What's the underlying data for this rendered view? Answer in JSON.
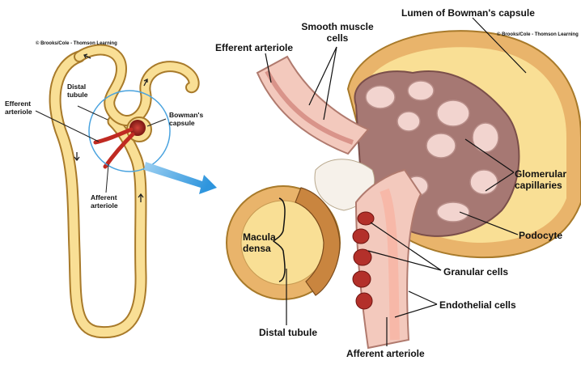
{
  "copyright": {
    "left": "© Brooks/Cole - Thomson Learning",
    "right": "© Brooks/Cole - Thomson Learning"
  },
  "overview_labels": {
    "distal_tubule": [
      "Distal",
      "tubule"
    ],
    "efferent_arteriole": [
      "Efferent",
      "arteriole"
    ],
    "bowmans_capsule": [
      "Bowman's",
      "capsule"
    ],
    "afferent_arteriole": [
      "Afferent",
      "arteriole"
    ]
  },
  "detail_labels": {
    "smooth_muscle_cells": [
      "Smooth muscle",
      "cells"
    ],
    "lumen_bowmans_capsule": "Lumen of Bowman's capsule",
    "efferent_arteriole": "Efferent arteriole",
    "glomerular_capillaries": [
      "Glomerular",
      "capillaries"
    ],
    "macula_densa": [
      "Macula",
      "densa"
    ],
    "podocyte": "Podocyte",
    "granular_cells": "Granular cells",
    "endothelial_cells": "Endothelial cells",
    "distal_tubule": "Distal tubule",
    "afferent_arteriole": "Afferent arteriole"
  },
  "colors": {
    "tubule_fill": "#f9df95",
    "tubule_outline": "#a87a2a",
    "cell_wall": "#e9b46b",
    "macula_cells": "#c9853f",
    "arteriole_pink": "#f3c9bd",
    "arteriole_lumen": "#f7b8a8",
    "capillary_brown": "#a67873",
    "podocyte_pink": "#f2d4cf",
    "granular_red": "#b3302a",
    "magnifier_blue": "#4aa3df"
  }
}
